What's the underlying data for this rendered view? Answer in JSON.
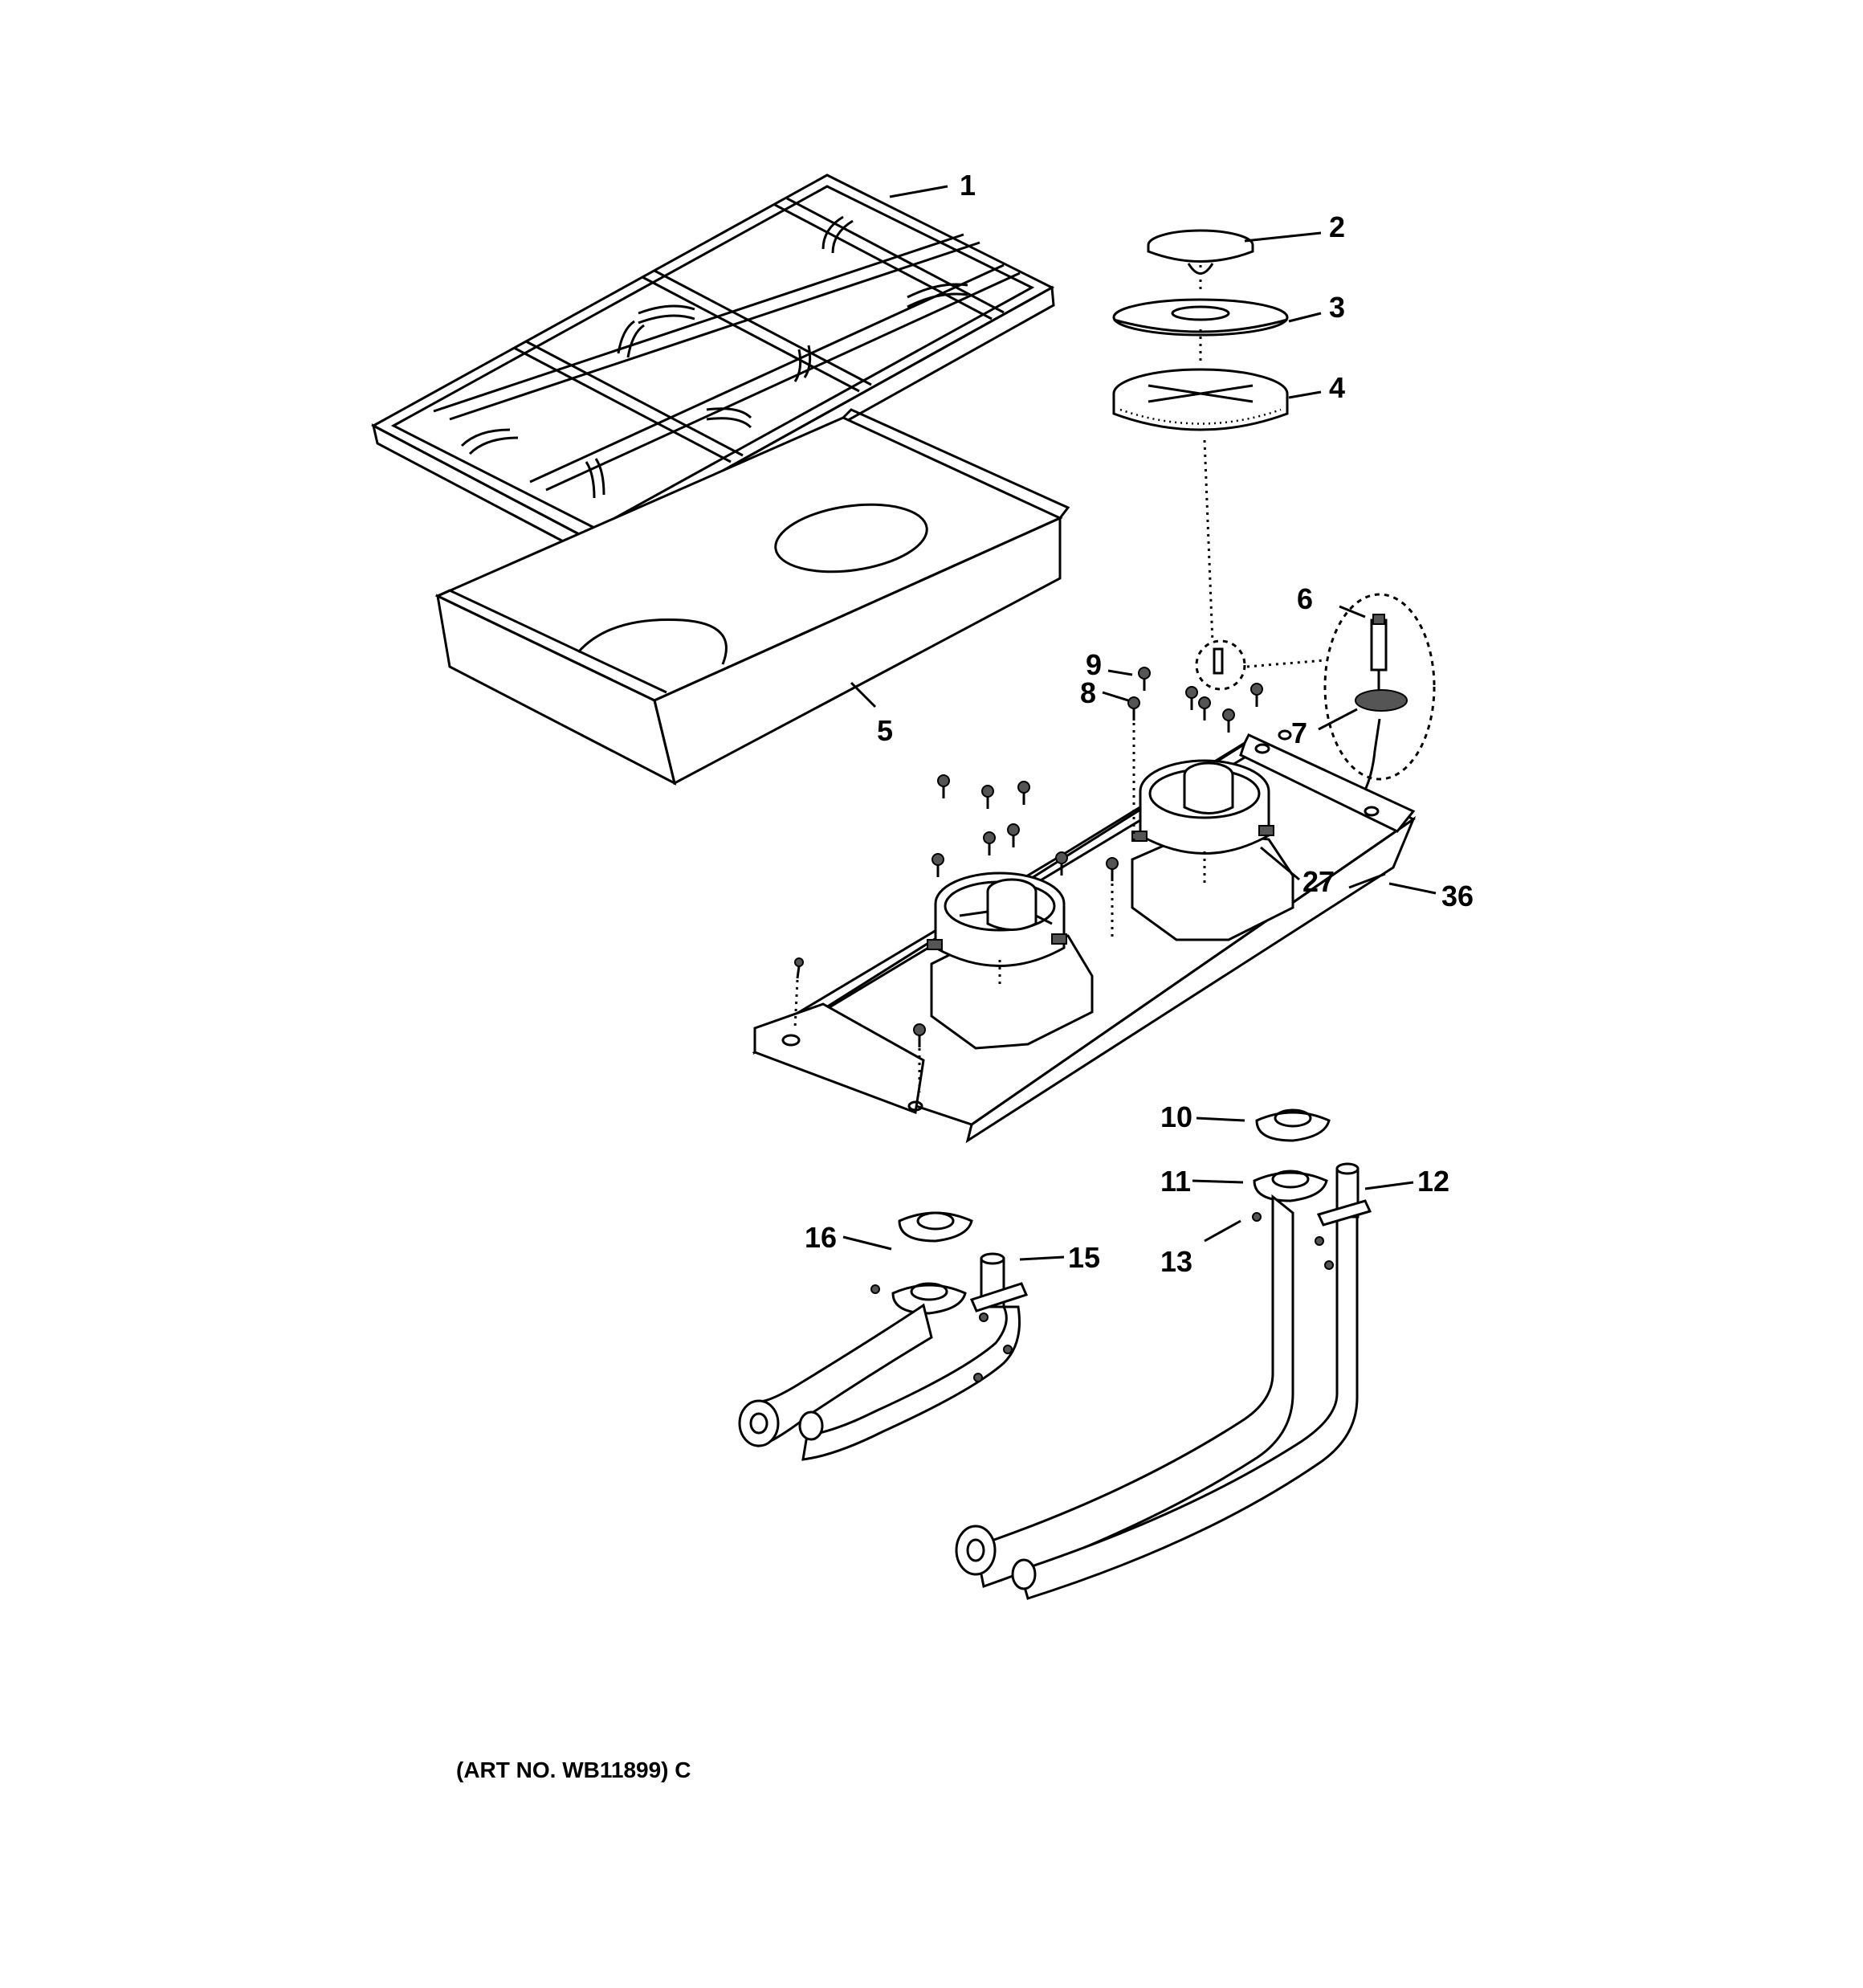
{
  "labels": {
    "l1": "1",
    "l2": "2",
    "l3": "3",
    "l4": "4",
    "l5": "5",
    "l6": "6",
    "l7": "7",
    "l8": "8",
    "l9": "9",
    "l10": "10",
    "l11": "11",
    "l12": "12",
    "l13": "13",
    "l15": "15",
    "l16": "16",
    "l27": "27",
    "l36": "36"
  },
  "art_number": "(ART NO. WB11899) C"
}
